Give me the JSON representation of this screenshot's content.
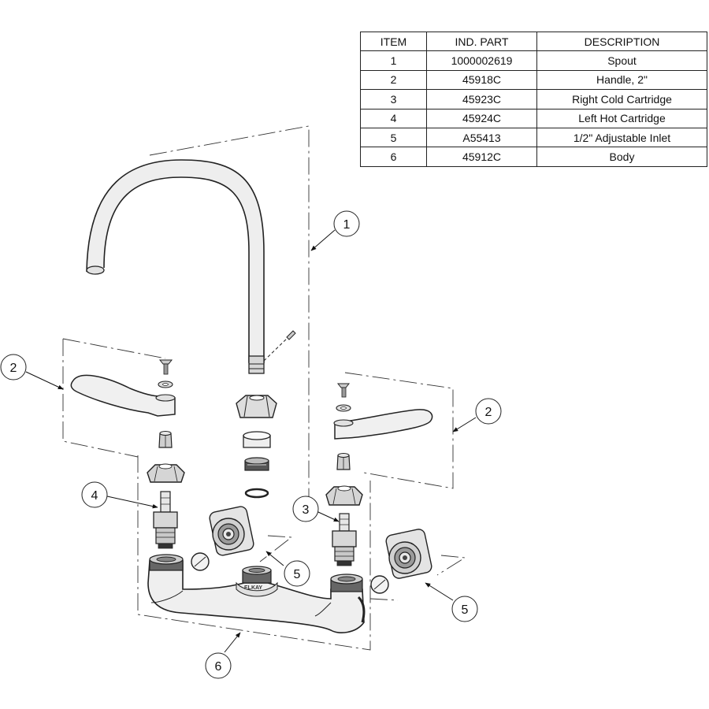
{
  "parts_table": {
    "headers": [
      "ITEM",
      "IND. PART",
      "DESCRIPTION"
    ],
    "rows": [
      {
        "item": "1",
        "part": "1000002619",
        "description": "Spout"
      },
      {
        "item": "2",
        "part": "45918C",
        "description": "Handle, 2\""
      },
      {
        "item": "3",
        "part": "45923C",
        "description": "Right Cold Cartridge"
      },
      {
        "item": "4",
        "part": "45924C",
        "description": "Left Hot Cartridge"
      },
      {
        "item": "5",
        "part": "A55413",
        "description": "1/2\" Adjustable Inlet"
      },
      {
        "item": "6",
        "part": "45912C",
        "description": "Body"
      }
    ]
  },
  "callouts": {
    "spout": "1",
    "handle_left": "2",
    "handle_right": "2",
    "cartridge_right": "3",
    "cartridge_left": "4",
    "inlet_left": "5",
    "inlet_right": "5",
    "body": "6"
  },
  "body_logo": "ELKAY"
}
